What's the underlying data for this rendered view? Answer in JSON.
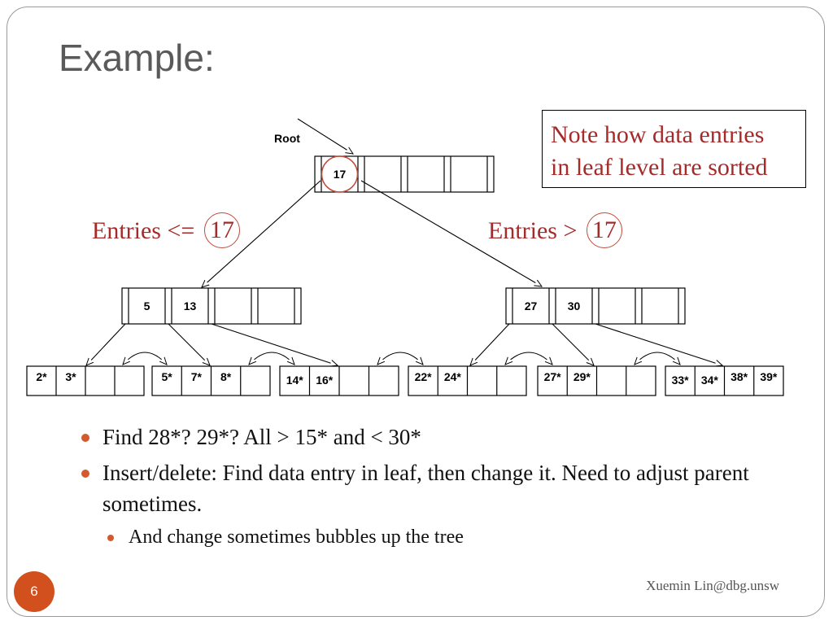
{
  "title": "Example:",
  "note": {
    "line1": "Note how data entries",
    "line2": "in leaf level are sorted"
  },
  "left_label": {
    "text": "Entries <=",
    "value": "17"
  },
  "right_label": {
    "text": "Entries >",
    "value": "17"
  },
  "tree": {
    "root_label": "Root",
    "root_keys": [
      "17"
    ],
    "internal_left_keys": [
      "5",
      "13"
    ],
    "internal_right_keys": [
      "27",
      "30"
    ],
    "leaves": [
      [
        "2*",
        "3*"
      ],
      [
        "5*",
        "7*",
        "8*"
      ],
      [
        "14*",
        "16*"
      ],
      [
        "22*",
        "24*"
      ],
      [
        "27*",
        "29*"
      ],
      [
        "33*",
        "34*",
        "38*",
        "39*"
      ]
    ]
  },
  "bullets": {
    "b1": "Find 28*? 29*? All > 15* and < 30*",
    "b2": "Insert/delete:  Find data entry in leaf, then change it. Need to adjust parent sometimes.",
    "b3": "And change sometimes bubbles up the tree"
  },
  "page_number": "6",
  "footer": "Xuemin Lin@dbg.unsw",
  "colors": {
    "accent": "#d2501e",
    "note_text": "#a52a2a"
  }
}
